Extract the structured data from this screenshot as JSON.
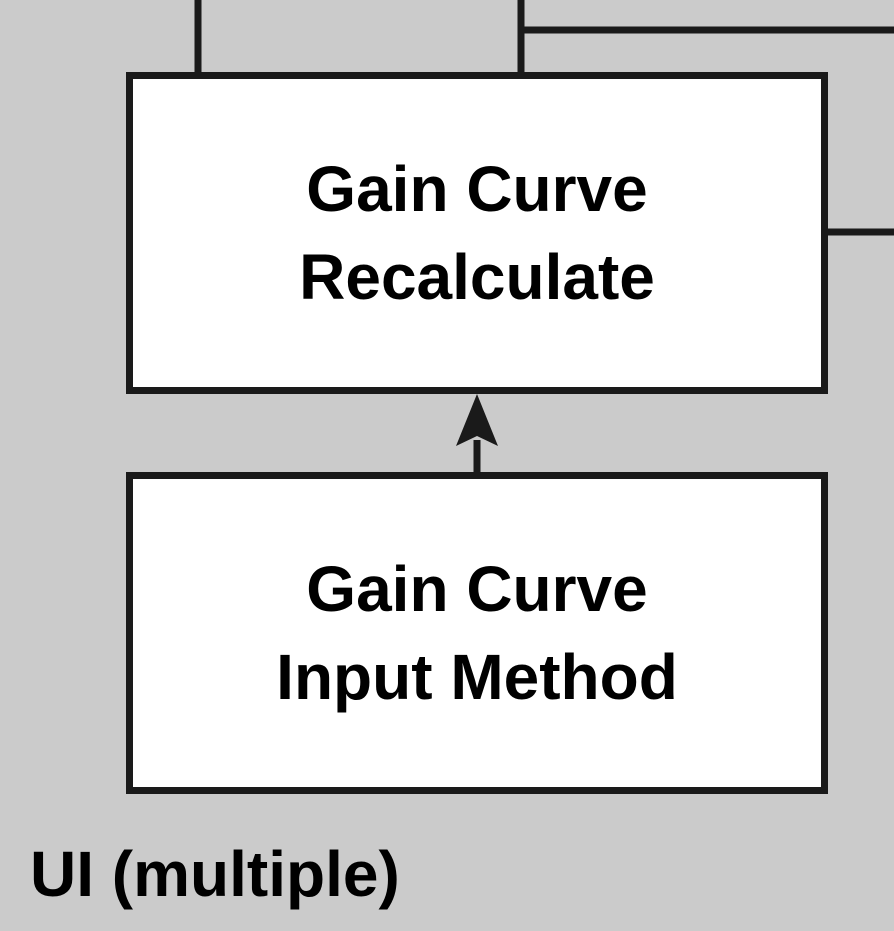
{
  "diagram": {
    "boxes": [
      {
        "id": "gain-curve-recalculate",
        "line1": "Gain Curve",
        "line2": "Recalculate"
      },
      {
        "id": "gain-curve-input-method",
        "line1": "Gain Curve",
        "line2": "Input Method"
      }
    ],
    "caption": "UI (multiple)",
    "connections": [
      {
        "from": "gain-curve-input-method",
        "to": "gain-curve-recalculate",
        "arrow": true
      }
    ]
  },
  "colors": {
    "background": "#cbcbcb",
    "box_fill": "#ffffff",
    "stroke": "#1a1a1a",
    "text": "#000000"
  }
}
